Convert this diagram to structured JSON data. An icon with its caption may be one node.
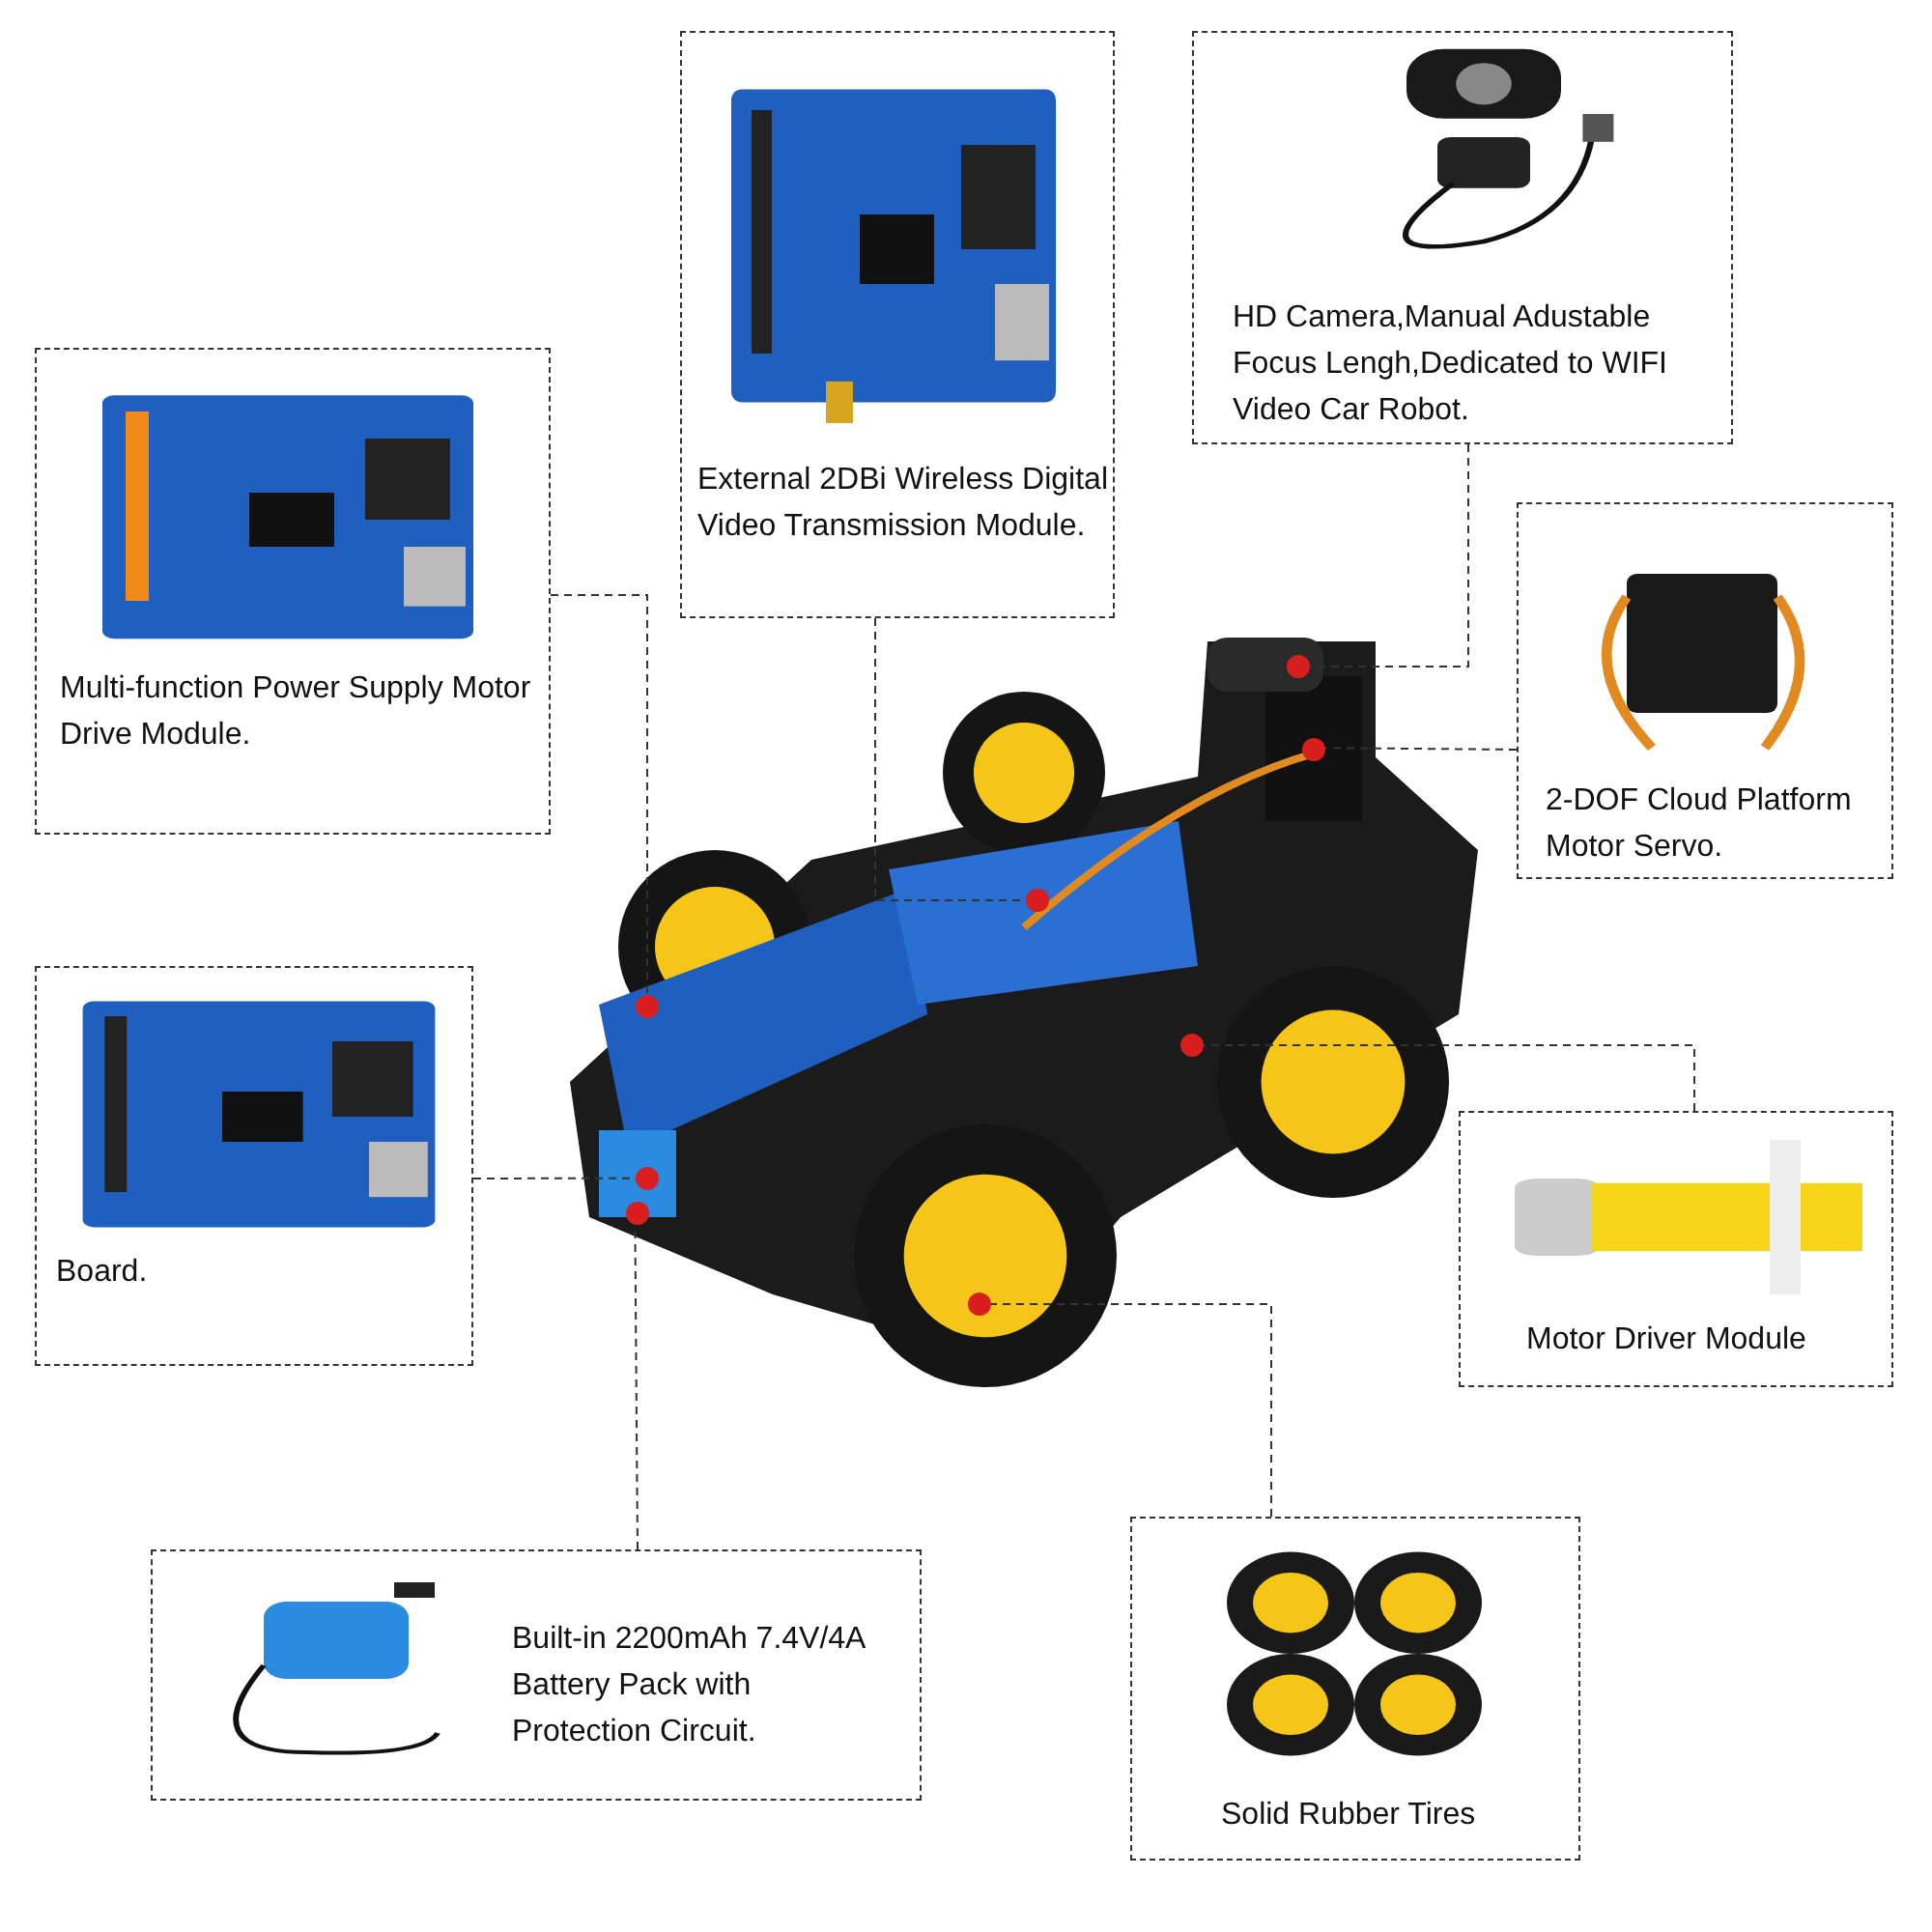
{
  "diagram": {
    "nodes": [
      {
        "text": [
          "Multi-function Power Supply Motor Drive Module."
        ]
      },
      {
        "text": [
          "Board."
        ]
      },
      {
        "text": [
          "External 2DBi Wireless Digital Video Transmission Module."
        ]
      },
      {
        "text": [
          "HD Camera,Manual Adustable Focus Lengh,Dedicated to WIFI Video Car Robot."
        ]
      },
      {
        "text": [
          "2-DOF Cloud Platform Motor Servo."
        ]
      },
      {
        "text": [
          "Motor Driver Module"
        ]
      },
      {
        "text": [
          "Built-in 2200mAh 7.4V/4A Battery Pack with Protection Circuit."
        ]
      },
      {
        "text": [
          "Solid Rubber Tires"
        ]
      },
      {
        "text": [],
        "shape": "picture"
      },
      {
        "text": [],
        "shape": "circle",
        "in": 8
      },
      {
        "text": [],
        "shape": "circle",
        "in": 8
      },
      {
        "text": [],
        "shape": "circle",
        "in": 8
      },
      {
        "text": [],
        "shape": "circle",
        "in": 8
      },
      {
        "text": [],
        "shape": "circle",
        "in": 8
      },
      {
        "text": [],
        "shape": "circle",
        "in": 8
      },
      {
        "text": [],
        "shape": "circle",
        "in": 8
      },
      {
        "text": [],
        "shape": "circle",
        "in": 8
      }
    ],
    "edges": [
      {
        "from": 0,
        "to": 12,
        "arrow": "none",
        "style": "dashed"
      },
      {
        "from": 1,
        "to": 14,
        "arrow": "none",
        "style": "dashed"
      },
      {
        "from": 2,
        "to": 11,
        "arrow": "none",
        "style": "dashed"
      },
      {
        "from": 3,
        "to": 9,
        "arrow": "none",
        "style": "dashed"
      },
      {
        "from": 4,
        "to": 10,
        "arrow": "none",
        "style": "dashed"
      },
      {
        "from": 5,
        "to": 13,
        "arrow": "none",
        "style": "dashed"
      },
      {
        "from": 6,
        "to": 15,
        "arrow": "none",
        "style": "dashed"
      },
      {
        "from": 7,
        "to": 16,
        "arrow": "none",
        "style": "dashed"
      }
    ]
  }
}
